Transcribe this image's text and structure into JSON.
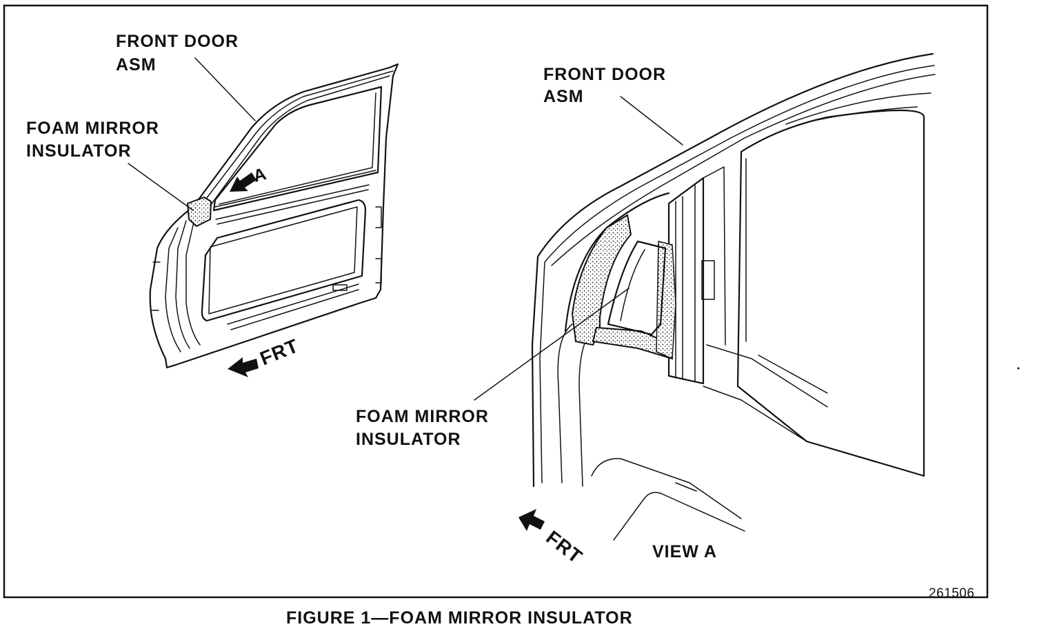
{
  "figure": {
    "caption": "FIGURE 1—FOAM MIRROR INSULATOR",
    "number": "261506"
  },
  "left_view": {
    "door_label_line1": "FRONT DOOR",
    "door_label_line2": "ASM",
    "insulator_label_line1": "FOAM MIRROR",
    "insulator_label_line2": "INSULATOR",
    "view_marker": "A",
    "direction": "FRT"
  },
  "right_view": {
    "door_label_line1": "FRONT DOOR",
    "door_label_line2": "ASM",
    "insulator_label_line1": "FOAM MIRROR",
    "insulator_label_line2": "INSULATOR",
    "direction": "FRT",
    "view_title": "VIEW A"
  }
}
